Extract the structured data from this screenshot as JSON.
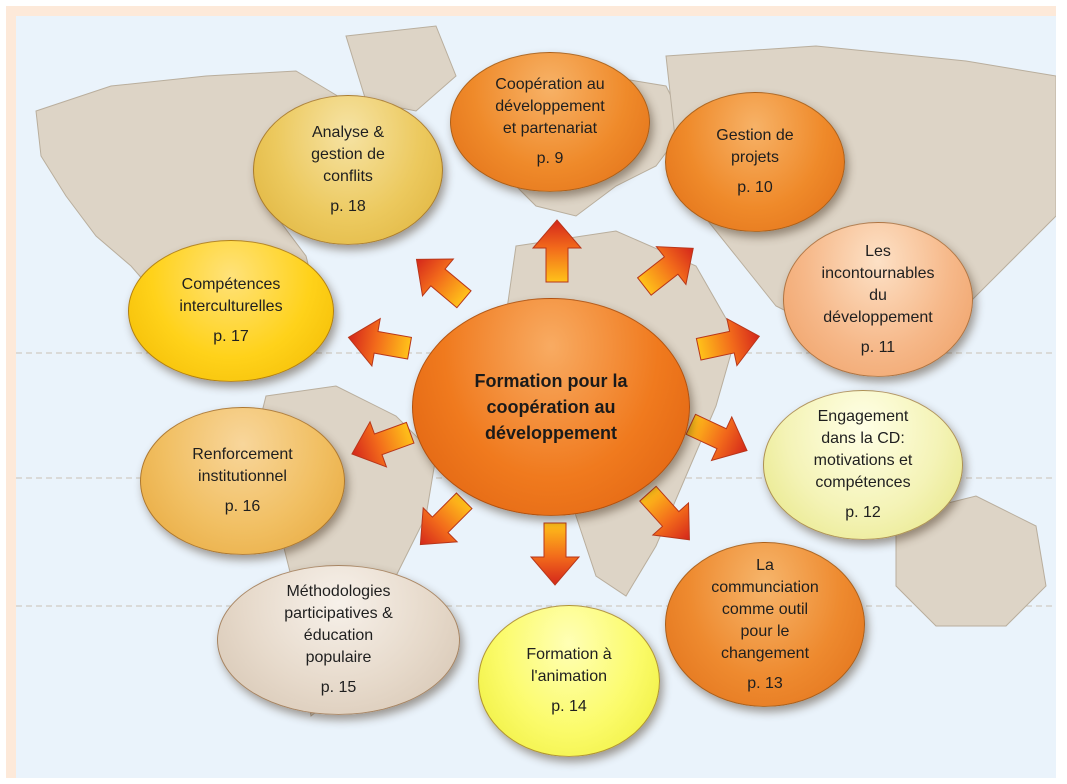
{
  "colors": {
    "frame": "#fde9d9",
    "panel": "#eaf3fb",
    "map_land": "#ddd4c6",
    "arrow_light": "#ffc21a",
    "arrow_dark": "#d4261b",
    "center_fill": "#f07a1e"
  },
  "diagram": {
    "center": {
      "label": "Formation pour la\ncoopération au\ndéveloppement"
    },
    "topics": [
      {
        "id": "cooperation",
        "label": "Coopération au\ndéveloppement\net partenariat",
        "page": "p. 9"
      },
      {
        "id": "gestion-projets",
        "label": "Gestion de\nprojets",
        "page": "p. 10"
      },
      {
        "id": "incontournables",
        "label": "Les\nincontournables\ndu\ndéveloppement",
        "page": "p. 11"
      },
      {
        "id": "engagement",
        "label": "Engagement\ndans la CD:\nmotivations et\ncompétences",
        "page": "p. 12"
      },
      {
        "id": "communication",
        "label": "La\ncommunciation\ncomme outil\npour le\nchangement",
        "page": "p. 13"
      },
      {
        "id": "animation",
        "label": "Formation à\nl'animation",
        "page": "p. 14"
      },
      {
        "id": "methodologies",
        "label": "Méthodologies\nparticipatives &\néducation\npopulaire",
        "page": "p. 15"
      },
      {
        "id": "renforcement",
        "label": "Renforcement\ninstitutionnel",
        "page": "p. 16"
      },
      {
        "id": "interculturelles",
        "label": "Compétences\ninterculturelles",
        "page": "p. 17"
      },
      {
        "id": "conflits",
        "label": "Analyse &\ngestion de\nconflits",
        "page": "p. 18"
      }
    ]
  }
}
